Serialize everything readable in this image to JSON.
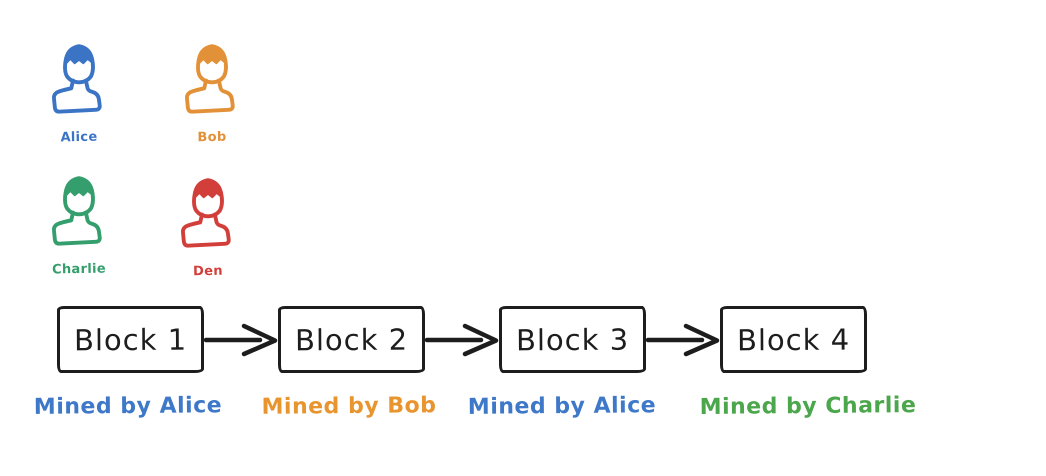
{
  "participants": [
    {
      "name": "Alice",
      "color": "#3b74c4"
    },
    {
      "name": "Bob",
      "color": "#e39138"
    },
    {
      "name": "Charlie",
      "color": "#349e6d"
    },
    {
      "name": "Den",
      "color": "#d23f3a"
    }
  ],
  "chain": {
    "stroke_color": "#1d1d1d",
    "blocks": [
      {
        "label": "Block 1",
        "miner": "Mined by Alice",
        "miner_color": "#3e78c8"
      },
      {
        "label": "Block 2",
        "miner": "Mined by Bob",
        "miner_color": "#e8952f"
      },
      {
        "label": "Block 3",
        "miner": "Mined by Alice",
        "miner_color": "#3e78c8"
      },
      {
        "label": "Block 4",
        "miner": "Mined by Charlie",
        "miner_color": "#4ba64c"
      }
    ]
  }
}
